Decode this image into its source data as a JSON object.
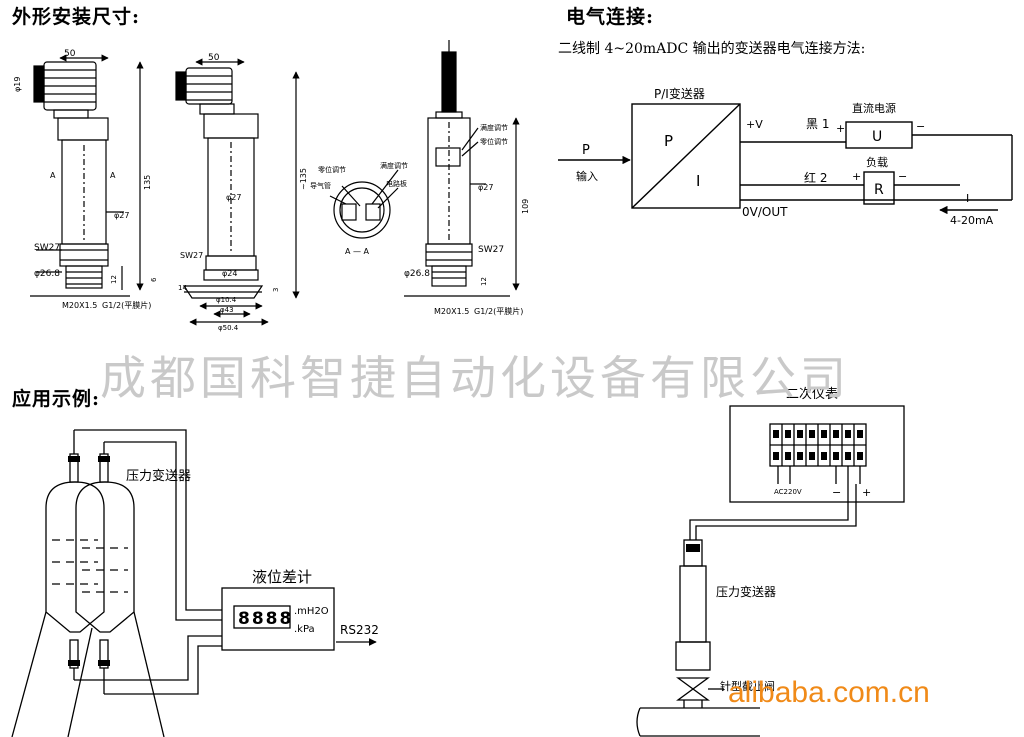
{
  "headings": {
    "dimensions": "外形安装尺寸:",
    "wiring": "电气连接:",
    "application": "应用示例:"
  },
  "wiring_subtitle": "二线制 4~20mADC 输出的变送器电气连接方法:",
  "watermark": "成都国科智捷自动化设备有限公司",
  "logo_text": "alibaba.com.cn",
  "dims": {
    "top_width_1": "50",
    "top_width_2": "50",
    "dia_19": "φ19",
    "height_135": "135",
    "height_135b": "~135",
    "height_109": "109",
    "dia_27_a": "φ27",
    "dia_27_b": "φ27",
    "dia_27_c": "φ27",
    "sw27_a": "SW27",
    "sw27_b": "SW27",
    "sw27_c": "SW27",
    "dia_268_a": "φ26.8",
    "dia_268_b": "φ26.8",
    "dia_24": "φ24",
    "h12_a": "12",
    "h12_b": "12",
    "h6": "6",
    "h3": "3",
    "h14": "14",
    "dia_104": "φ10.4",
    "dia_43": "φ43",
    "dia_504": "φ50.4",
    "thread_a": "M20X1.5",
    "thread_b": "G1/2(平膜片)",
    "thread_c": "M20X1.5",
    "thread_d": "G1/2(平膜片)",
    "arrow_a1": "A",
    "arrow_a2": "A",
    "section": "A — A",
    "zero_adj": "零位调节",
    "range_adj": "满度调节",
    "vent": "导气管",
    "circuit": "电路板",
    "range_adj2": "满度调节",
    "circuit2": "零位调节"
  },
  "wiring": {
    "pi_label": "P/I变送器",
    "p_letter": "P",
    "i_letter": "I",
    "input_p": "P",
    "input_label": "输入",
    "plus_v": "+V",
    "out_label": "0V/OUT",
    "wire1": "黑 1",
    "wire2": "红 2",
    "psu_title": "直流电源",
    "psu_symbol": "U",
    "load_title": "负载",
    "load_symbol": "R",
    "plus1": "+",
    "minus1": "−",
    "plus2": "+",
    "minus2": "−",
    "current_i": "I",
    "current_range": "4-20mA"
  },
  "application": {
    "transmitter_label": "压力变送器",
    "meter_title": "液位差计",
    "meter_digits": "8888",
    "unit_mh2o": ".mH2O",
    "unit_kpa": ".kPa",
    "rs232": "RS232",
    "secondary_title": "二次仪表",
    "ac220": "AC220V",
    "term_minus": "−",
    "term_plus": "+",
    "transmitter_label2": "压力变送器",
    "valve_label": "针型截止阀"
  },
  "colors": {
    "watermark": "#c9c9c9",
    "logo": "#f08a18"
  }
}
